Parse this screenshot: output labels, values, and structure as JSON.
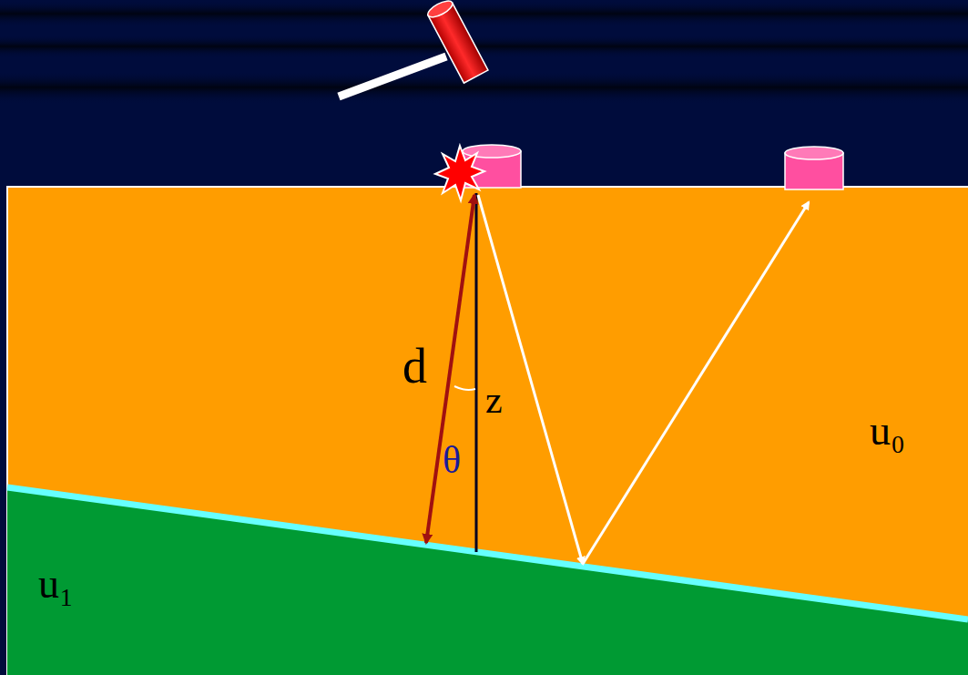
{
  "diagram": {
    "labels": [
      "d",
      "z",
      "θ",
      "u₀",
      "u₁"
    ]
  }
}
